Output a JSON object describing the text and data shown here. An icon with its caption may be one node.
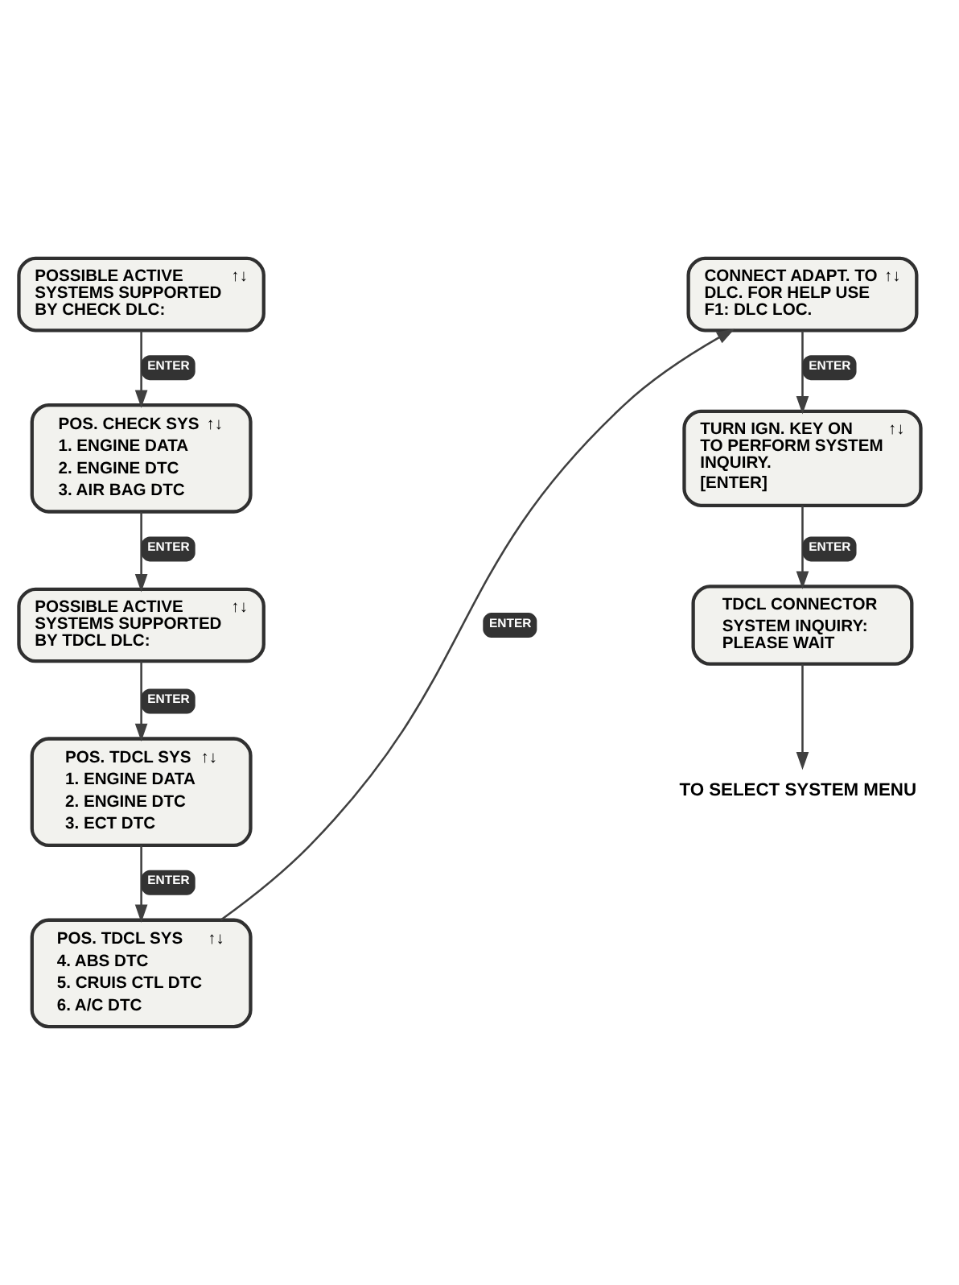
{
  "diagram": {
    "nodes": [
      {
        "text": [
          "POSSIBLE ACTIVE SYSTEMS SUPPORTED BY CHECK DLC:",
          "↑↓"
        ]
      },
      {
        "text": [
          "POS. CHECK SYS",
          "↑↓",
          "1. ENGINE DATA",
          "2. ENGINE DTC",
          "3. AIR BAG DTC"
        ]
      },
      {
        "text": [
          "POSSIBLE ACTIVE SYSTEMS SUPPORTED BY TDCL DLC:",
          "↑↓"
        ]
      },
      {
        "text": [
          "POS. TDCL SYS",
          "↑↓",
          "1. ENGINE DATA",
          "2. ENGINE DTC",
          "3. ECT DTC"
        ]
      },
      {
        "text": [
          "POS. TDCL SYS",
          "↑↓",
          "4. ABS DTC",
          "5. CRUIS CTL DTC",
          "6. A/C DTC"
        ]
      },
      {
        "text": [
          "CONNECT ADAPT. TO DLC. FOR HELP USE F1: DLC LOC.",
          "↑↓"
        ]
      },
      {
        "text": [
          "TURN IGN. KEY ON TO PERFORM SYSTEM INQUIRY.",
          "↑↓",
          "[ENTER]"
        ]
      },
      {
        "text": [
          "TDCL CONNECTOR",
          "SYSTEM INQUIRY: PLEASE WAIT"
        ]
      },
      {
        "text": [
          "TO SELECT SYSTEM MENU"
        ]
      }
    ],
    "edges": [
      {
        "from": 0,
        "to": 1,
        "arrow": "to",
        "label": "ENTER"
      },
      {
        "from": 1,
        "to": 2,
        "arrow": "to",
        "label": "ENTER"
      },
      {
        "from": 2,
        "to": 3,
        "arrow": "to",
        "label": "ENTER"
      },
      {
        "from": 3,
        "to": 4,
        "arrow": "to",
        "label": "ENTER"
      },
      {
        "from": 4,
        "to": 5,
        "arrow": "to",
        "label": "ENTER"
      },
      {
        "from": 5,
        "to": 6,
        "arrow": "to",
        "label": "ENTER"
      },
      {
        "from": 6,
        "to": 7,
        "arrow": "to",
        "label": "ENTER"
      },
      {
        "from": 7,
        "to": 8,
        "arrow": "to"
      }
    ]
  }
}
